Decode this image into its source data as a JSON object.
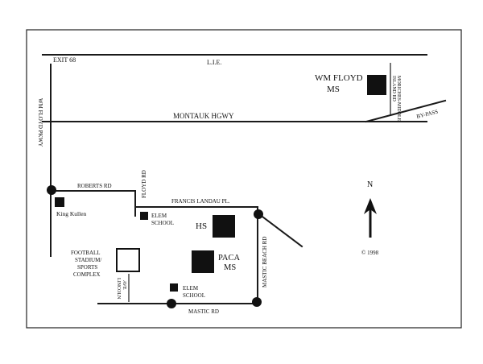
{
  "roads": {
    "exit": "EXIT 68",
    "lie": "L.I.E.",
    "wm_floyd_pkwy": "WM FLOYD PKWY",
    "montauk": "MONTAUK HGWY",
    "bypass": "BY-PASS",
    "moriches_line1": "MORICHES-MIDDLE",
    "moriches_line2": "ISLAND RD",
    "roberts": "ROBERTS RD",
    "floyd_rd": "FLOYD RD",
    "francis": "FRANCIS LANDAU PL.",
    "mastic_beach": "MASTIC BEACH RD",
    "lincoln_line1": "LINCOLN",
    "lincoln_line2": "AVE",
    "mastic_rd": "MASTIC RD"
  },
  "places": {
    "wm_floyd_ms_line1": "WM FLOYD",
    "wm_floyd_ms_line2": "MS",
    "king_kullen": "King Kullen",
    "elem1_line1": "ELEM",
    "elem1_line2": "SCHOOL",
    "hs": "HS",
    "paca_line1": "PACA",
    "paca_line2": "MS",
    "stadium_line1": "FOOTBALL",
    "stadium_line2": "STADIUM/",
    "stadium_line3": "SPORTS",
    "stadium_line4": "COMPLEX",
    "elem2_line1": "ELEM",
    "elem2_line2": "SCHOOL"
  },
  "compass": {
    "north": "N"
  },
  "copyright": "© 1998"
}
